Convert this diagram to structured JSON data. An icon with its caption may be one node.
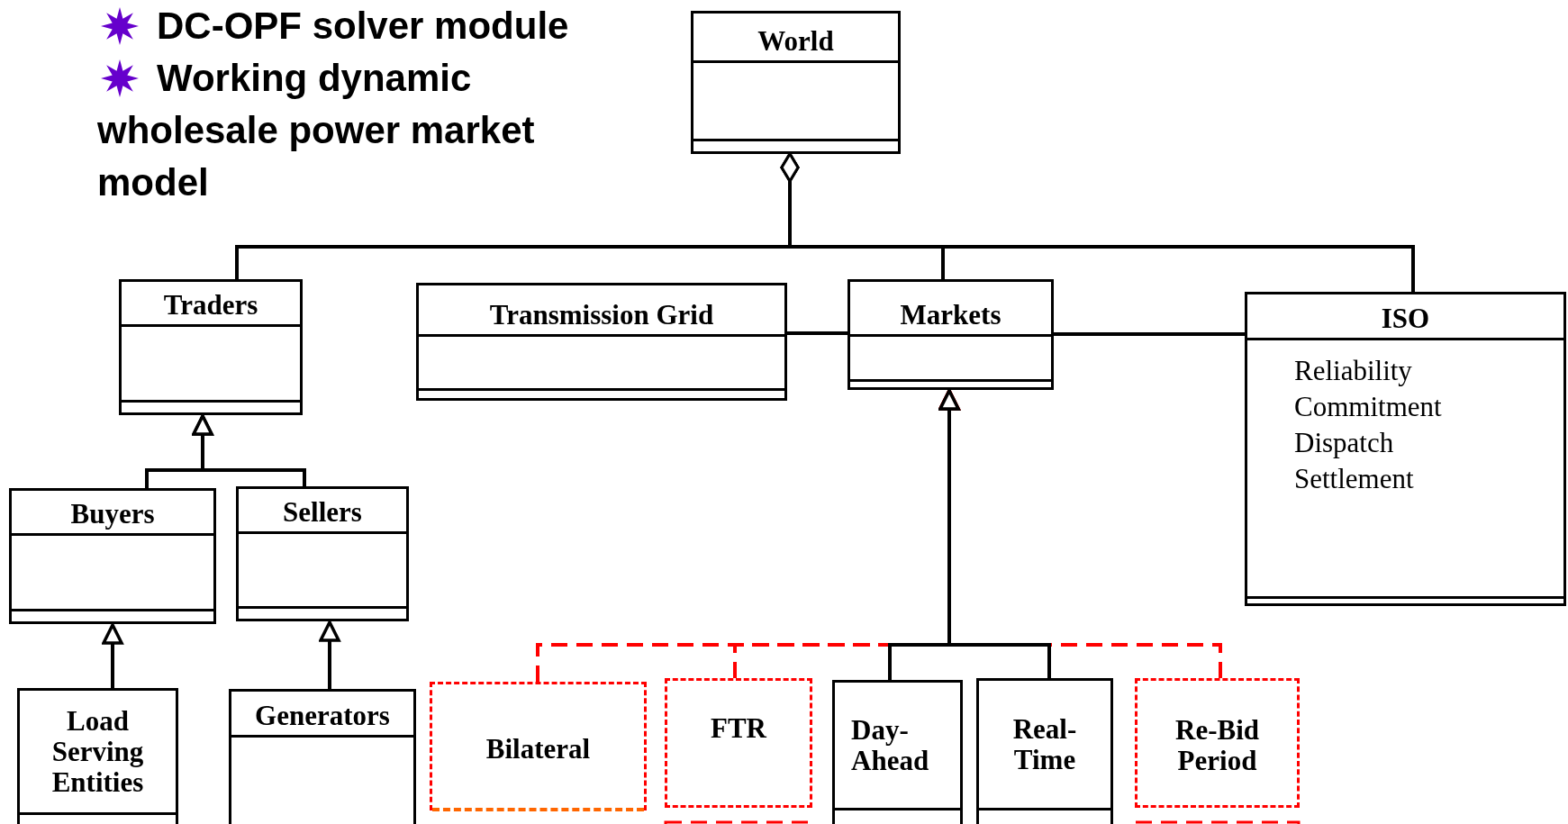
{
  "diagram": {
    "nodes": [
      {
        "text": [
          "World"
        ]
      },
      {
        "text": [
          "Traders"
        ]
      },
      {
        "text": [
          "Transmission Grid"
        ]
      },
      {
        "text": [
          "Markets"
        ]
      },
      {
        "text": [
          "ISO",
          "Reliability",
          "Commitment",
          "Dispatch",
          "Settlement"
        ]
      },
      {
        "text": [
          "Buyers"
        ]
      },
      {
        "text": [
          "Sellers"
        ]
      },
      {
        "text": [
          "Load Serving Entities"
        ]
      },
      {
        "text": [
          "Generators"
        ]
      },
      {
        "text": [
          "Bilateral"
        ]
      },
      {
        "text": [
          "FTR"
        ]
      },
      {
        "text": [
          "Day-Ahead"
        ]
      },
      {
        "text": [
          "Real-Time"
        ]
      },
      {
        "text": [
          "Re-Bid Period"
        ]
      }
    ],
    "edges": [
      {
        "from": 0,
        "to": 1,
        "arrow": "other"
      },
      {
        "from": 0,
        "to": 3,
        "arrow": "other"
      },
      {
        "from": 0,
        "to": 4,
        "arrow": "other"
      },
      {
        "from": 2,
        "to": 3,
        "arrow": "none"
      },
      {
        "from": 3,
        "to": 4,
        "arrow": "none"
      },
      {
        "from": 5,
        "to": 1,
        "arrow": "to"
      },
      {
        "from": 6,
        "to": 1,
        "arrow": "to"
      },
      {
        "from": 7,
        "to": 5,
        "arrow": "to"
      },
      {
        "from": 8,
        "to": 6,
        "arrow": "to"
      },
      {
        "from": 9,
        "to": 3,
        "arrow": "to",
        "style": "dashed",
        "color": "#ff0000"
      },
      {
        "from": 10,
        "to": 3,
        "arrow": "to",
        "style": "dashed",
        "color": "#ff0000"
      },
      {
        "from": 13,
        "to": 3,
        "arrow": "to",
        "style": "dashed",
        "color": "#ff0000"
      },
      {
        "from": 11,
        "to": 3,
        "arrow": "to"
      },
      {
        "from": 12,
        "to": 3,
        "arrow": "to"
      }
    ],
    "labels": [
      "DC-OPF solver module",
      "Working dynamic wholesale power market model"
    ]
  }
}
